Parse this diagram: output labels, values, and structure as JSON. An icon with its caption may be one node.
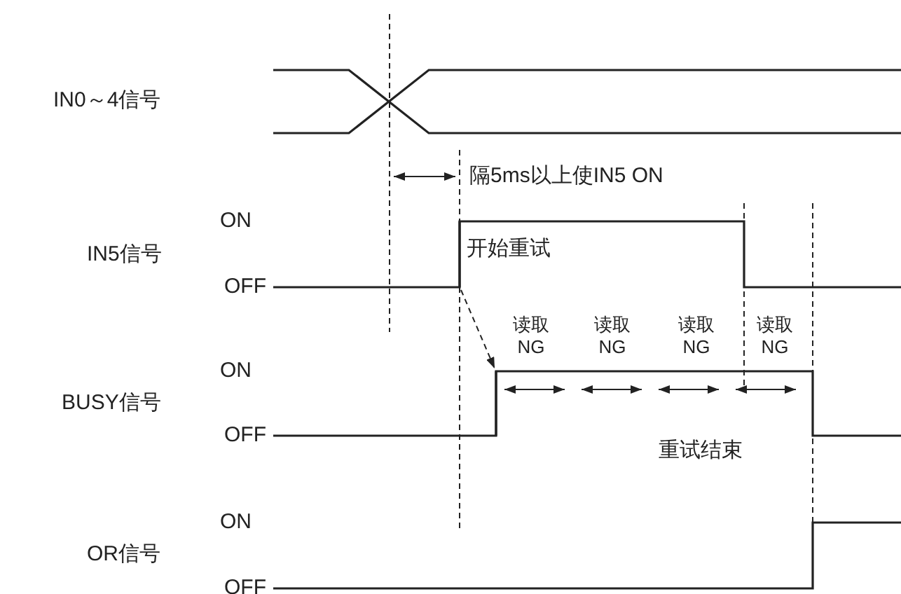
{
  "diagram": {
    "nodes": [
      {
        "text": [],
        "shape": "line"
      },
      {
        "text": [],
        "shape": "line"
      }
    ],
    "edges": [
      {
        "from": 0,
        "to": 1,
        "arrow": "to",
        "style": "dashed"
      }
    ],
    "labels": [
      "IN0～4信号",
      "隔5ms以上使IN5 ON",
      "ON",
      "IN5信号",
      "OFF",
      "开始重试",
      "读取 NG",
      "读取 NG",
      "读取 NG",
      "读取 NG",
      "ON",
      "BUSY信号",
      "OFF",
      "重试结束",
      "ON",
      "OR信号",
      "OFF"
    ]
  }
}
